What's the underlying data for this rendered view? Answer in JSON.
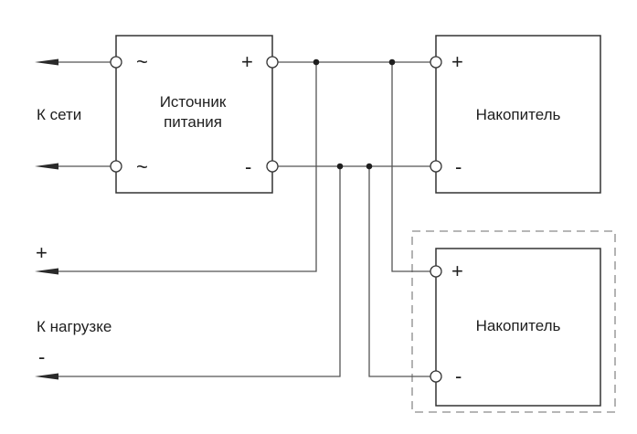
{
  "labels": {
    "mains": "К сети",
    "load": "К нагрузке",
    "supply_line1": "Источник",
    "supply_line2": "питания",
    "storage_top": "Накопитель",
    "storage_bottom": "Накопитель",
    "tilde_top": "~",
    "tilde_bottom": "~",
    "supply_plus": "+",
    "supply_minus": "-",
    "storage_top_plus": "+",
    "storage_top_minus": "-",
    "storage_bottom_plus": "+",
    "storage_bottom_minus": "-",
    "load_plus": "+",
    "load_minus": "-"
  },
  "colors": {
    "wire": "#555555",
    "box_border": "#333333",
    "dashed_border": "#8a8a8a",
    "text": "#1e1e1e"
  },
  "icons": {
    "terminal": "open-circle",
    "junction": "filled-dot",
    "wire_end": "arrow-left"
  }
}
